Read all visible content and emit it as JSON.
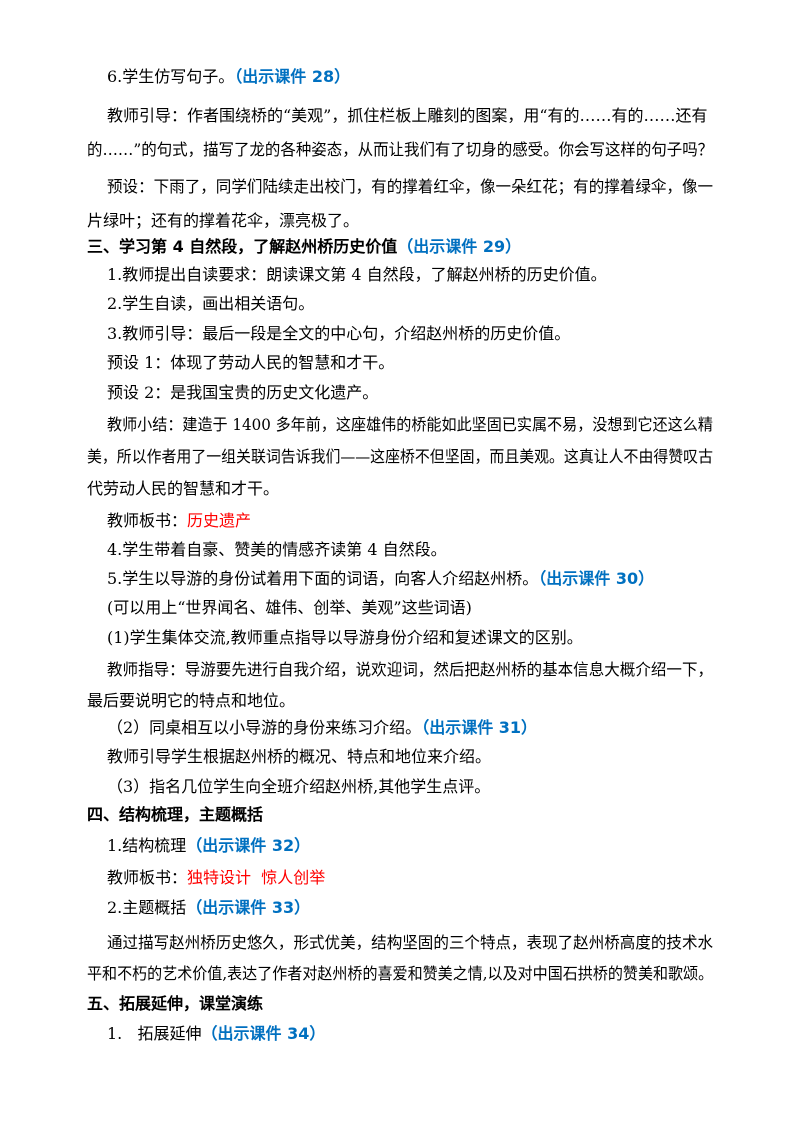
{
  "colors": {
    "accent_blue": "#0070c0",
    "highlight_red": "#ff0000",
    "text": "#000000"
  },
  "lines": {
    "l1a": "6.学生仿写句子。",
    "l1b": "（出示课件 28）",
    "l2": "教师引导：作者围绕桥的“美观”，抓住栏板上雕刻的图案，用“有的……有的……还有",
    "l3": "的……”的句式，描写了龙的各种姿态，从而让我们有了切身的感受。你会写这样的句子吗？",
    "l4": "预设：下雨了，同学们陆续走出校门，有的撑着红伞，像一朵红花；有的撑着绿伞，像一",
    "l5": "片绿叶；还有的撑着花伞，漂亮极了。",
    "l6a": "三、学习第 4 自然段，了解赵州桥历史价值",
    "l6b": "（出示课件 29）",
    "l7": "1.教师提出自读要求：朗读课文第 4 自然段，了解赵州桥的历史价值。",
    "l8": "2.学生自读，画出相关语句。",
    "l9": "3.教师引导：最后一段是全文的中心句，介绍赵州桥的历史价值。",
    "l10": "预设 1：体现了劳动人民的智慧和才干。",
    "l11": "预设 2：是我国宝贵的历史文化遗产。",
    "l12": "教师小结：建造于 1400 多年前，这座雄伟的桥能如此坚固已实属不易，没想到它还这么精",
    "l13": "美，所以作者用了一组关联词告诉我们——这座桥不但坚固，而且美观。这真让人不由得赞叹古",
    "l14": "代劳动人民的智慧和才干。",
    "l15a": "教师板书：",
    "l15b": "历史遗产",
    "l16": "4.学生带着自豪、赞美的情感齐读第 4 自然段。",
    "l17a": "5.学生以导游的身份试着用下面的词语，向客人介绍赵州桥。",
    "l17b": "（出示课件 30）",
    "l18": "(可以用上“世界闻名、雄伟、创举、美观”这些词语)",
    "l19": "(1)学生集体交流,教师重点指导以导游身份介绍和复述课文的区别。",
    "l20": "教师指导：导游要先进行自我介绍，说欢迎词，然后把赵州桥的基本信息大概介绍一下，",
    "l21": "最后要说明它的特点和地位。",
    "l22a": "（2）同桌相互以小导游的身份来练习介绍。",
    "l22b": "（出示课件 31）",
    "l23": "教师引导学生根据赵州桥的概况、特点和地位来介绍。",
    "l24": "（3）指名几位学生向全班介绍赵州桥,其他学生点评。",
    "l25": "四、结构梳理，主题概括",
    "l26a": "1.结构梳理",
    "l26b": "（出示课件 32）",
    "l27a": "教师板书：",
    "l27b": "独特设计  惊人创举",
    "l28a": "2.主题概括",
    "l28b": "（出示课件 33）",
    "l29": "通过描写赵州桥历史悠久，形式优美，结构坚固的三个特点，表现了赵州桥高度的技术水",
    "l30": "平和不朽的艺术价值,表达了作者对赵州桥的喜爱和赞美之情,以及对中国石拱桥的赞美和歌颂。",
    "l31": "五、拓展延伸，课堂演练",
    "l32a": "1.   拓展延伸",
    "l32b": "（出示课件 34）"
  }
}
